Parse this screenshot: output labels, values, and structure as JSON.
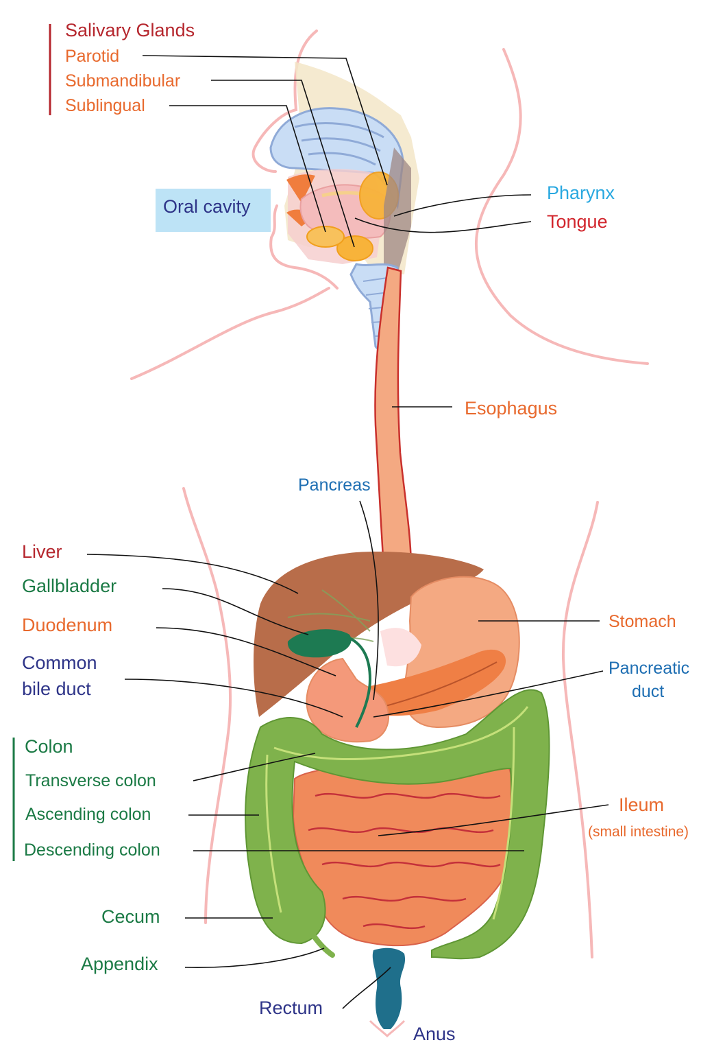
{
  "colors": {
    "body_outline": "#f6b8b8",
    "red_label": "#b5262d",
    "orange_label": "#e8692d",
    "green_label": "#1b7a45",
    "navy_label": "#2e3488",
    "blue_label": "#1f6fb3",
    "cyan_label": "#29a8e0",
    "oral_cavity_box": "#bde3f6",
    "liver": "#b86d4a",
    "stomach": "#f4a982",
    "intestine": "#f08a5b",
    "colon": "#7fb24c",
    "rectum": "#1f6f8b"
  },
  "labels": {
    "salivary_glands": "Salivary Glands",
    "parotid": "Parotid",
    "submandibular": "Submandibular",
    "sublingual": "Sublingual",
    "oral_cavity": "Oral cavity",
    "pharynx": "Pharynx",
    "tongue": "Tongue",
    "esophagus": "Esophagus",
    "pancreas": "Pancreas",
    "liver": "Liver",
    "gallbladder": "Gallbladder",
    "duodenum": "Duodenum",
    "common_bile_duct_1": "Common",
    "common_bile_duct_2": "bile duct",
    "stomach": "Stomach",
    "pancreatic_duct_1": "Pancreatic",
    "pancreatic_duct_2": "duct",
    "colon": "Colon",
    "transverse_colon": "Transverse colon",
    "ascending_colon": "Ascending colon",
    "descending_colon": "Descending colon",
    "ileum": "Ileum",
    "small_intestine": "(small intestine)",
    "cecum": "Cecum",
    "appendix": "Appendix",
    "rectum": "Rectum",
    "anus": "Anus"
  }
}
